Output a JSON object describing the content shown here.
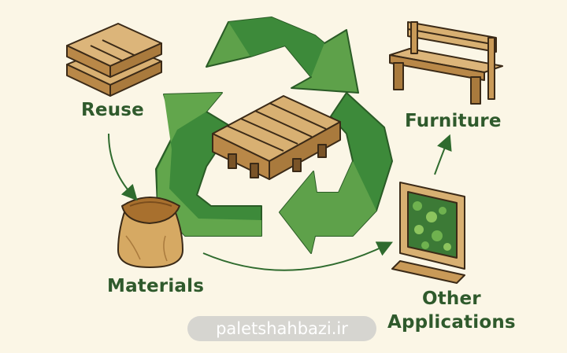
{
  "labels": {
    "reuse": "Reuse",
    "furniture": "Furniture",
    "materials": "Materials",
    "other_line1": "Other",
    "other_line2": "Applications"
  },
  "watermark": "paletshahbazi.ir",
  "colors": {
    "background": "#fbf6e6",
    "recycle_dark": "#3d8a3a",
    "recycle_light": "#62a64c",
    "wood": "#d8b072",
    "wood_dark": "#a97a3d",
    "outline": "#3b2a17",
    "label_text": "#2f5a2c",
    "arrow": "#2f6b2e"
  },
  "icons": {
    "top_left": "stacked-pallets-icon",
    "center": "pallet-icon",
    "top_right": "bench-icon",
    "bottom_left": "sack-icon",
    "bottom_right": "planter-frame-icon"
  }
}
